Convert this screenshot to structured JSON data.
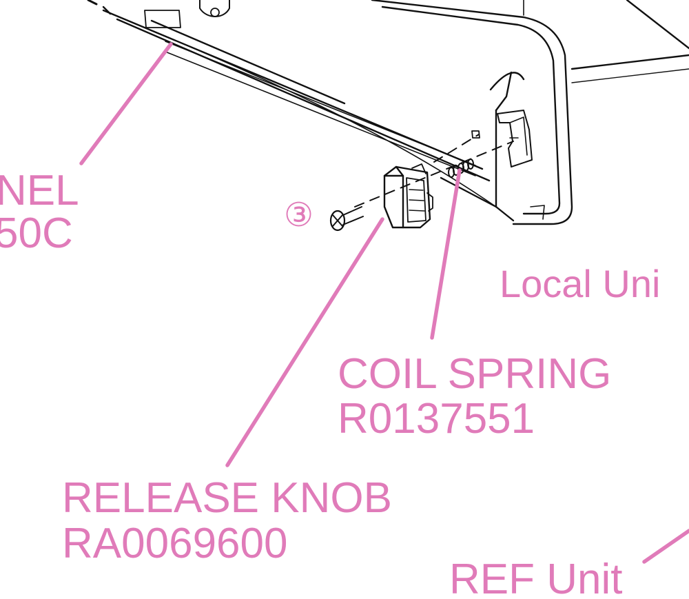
{
  "theme": {
    "label_color": "#e07bb9",
    "line_color": "#111111"
  },
  "labels": {
    "panel_name_fragment": "NEL",
    "panel_code_fragment": "50C",
    "screw_ref": "③",
    "local_unit": "Local Uni",
    "coil_spring_name": "COIL SPRING",
    "coil_spring_code": "R0137551",
    "release_knob_name": "RELEASE KNOB",
    "release_knob_code": "RA0069600",
    "ref_unit": "REF Unit"
  }
}
